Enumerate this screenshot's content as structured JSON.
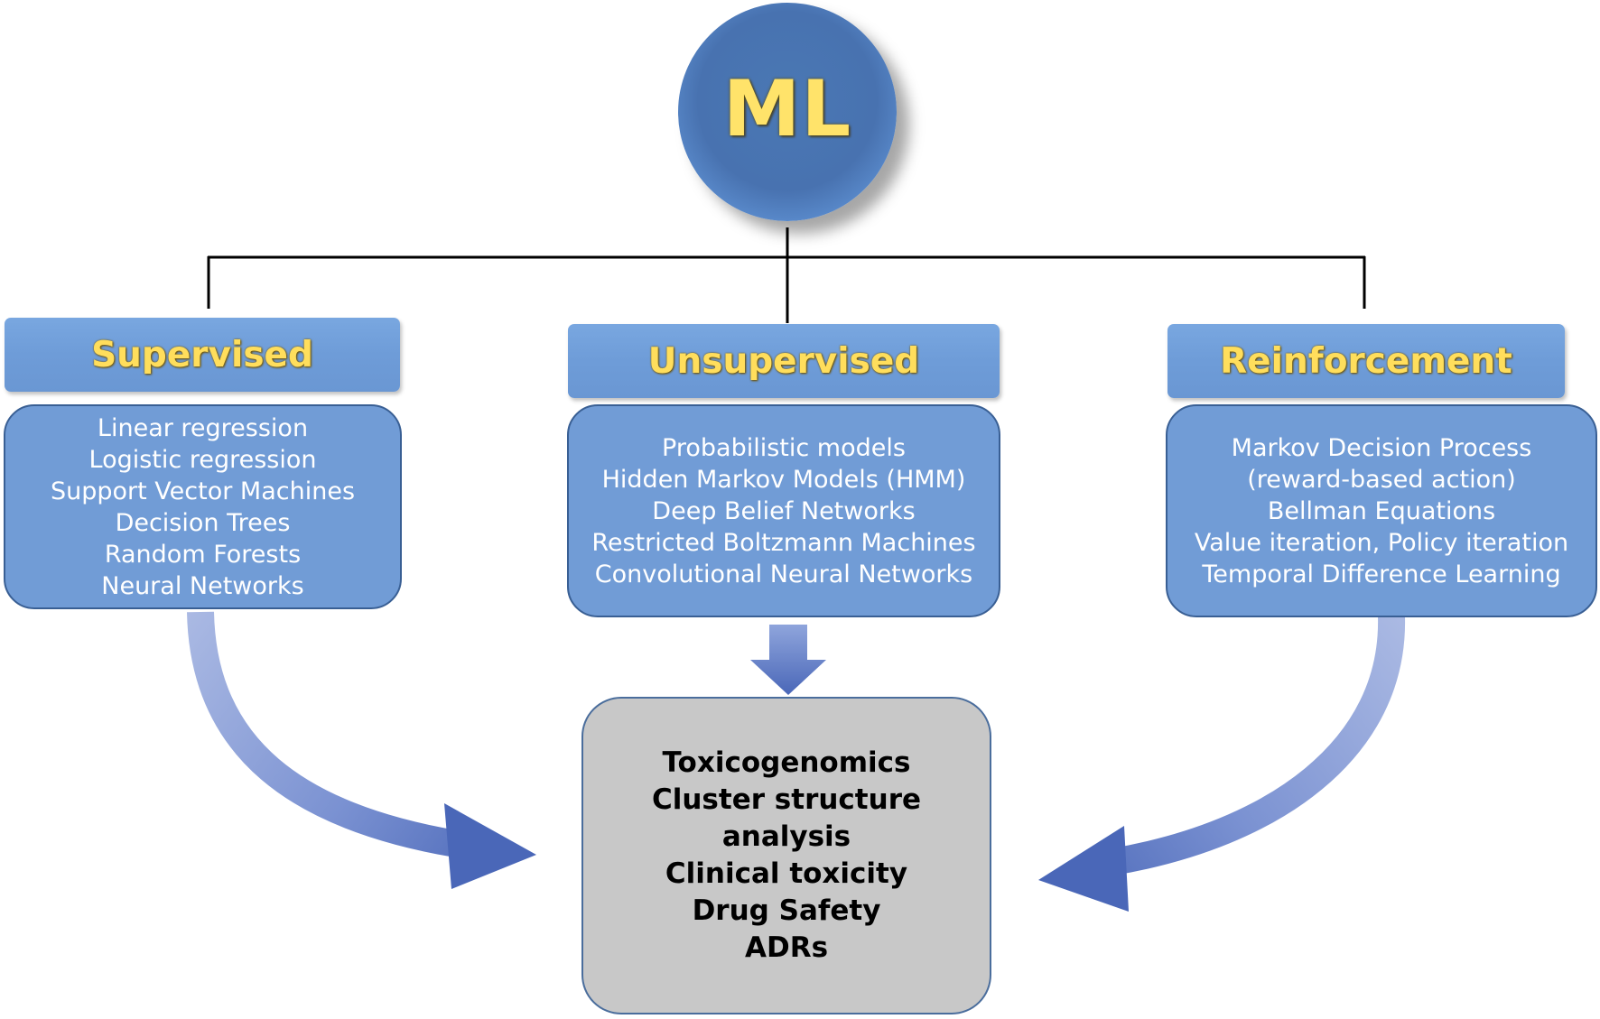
{
  "root": {
    "label": "ML"
  },
  "categories": [
    {
      "title": "Supervised",
      "items": [
        "Linear regression",
        "Logistic regression",
        "Support Vector Machines",
        "Decision Trees",
        "Random Forests",
        "Neural Networks"
      ]
    },
    {
      "title": "Unsupervised",
      "items": [
        "Probabilistic models",
        "Hidden Markov Models (HMM)",
        "Deep Belief Networks",
        "Restricted Boltzmann Machines",
        "Convolutional Neural Networks"
      ]
    },
    {
      "title": "Reinforcement",
      "items": [
        "Markov Decision Process",
        "(reward-based action)",
        "Bellman Equations",
        "Value iteration, Policy iteration",
        "Temporal Difference Learning"
      ]
    }
  ],
  "outcome": {
    "items": [
      "Toxicogenomics",
      "Cluster structure",
      "analysis",
      "Clinical toxicity",
      "Drug Safety",
      "ADRs"
    ]
  },
  "colors": {
    "header_text": "#ffde5c",
    "box_fill": "#719cd6",
    "box_border": "#395f94",
    "outcome_fill": "#c8c8c8",
    "arrow_dark": "#4a68b8",
    "arrow_light": "#a9b8e2"
  }
}
